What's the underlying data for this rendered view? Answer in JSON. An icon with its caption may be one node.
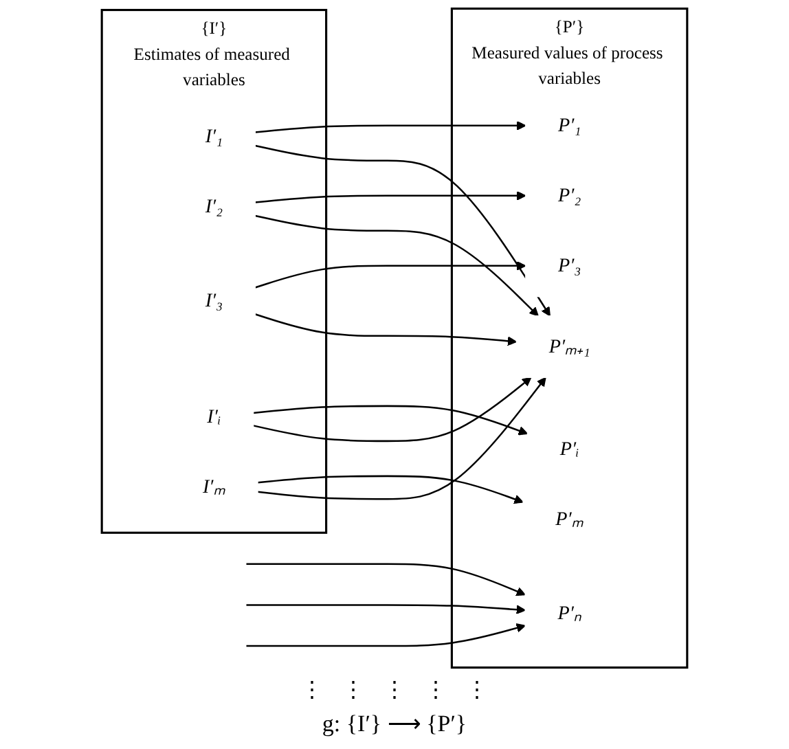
{
  "diagram": {
    "caption": "g: {I′} ⟶ {P′}",
    "nodes": [
      {
        "text": [
          "{I′}",
          "Estimates of measured variables"
        ]
      },
      {
        "text": [
          "I′₁"
        ],
        "in": 0
      },
      {
        "text": [
          "I′₂"
        ],
        "in": 0
      },
      {
        "text": [
          "I′₃"
        ],
        "in": 0
      },
      {
        "text": [
          "I′ᵢ"
        ],
        "in": 0
      },
      {
        "text": [
          "I′ₘ"
        ],
        "in": 0
      },
      {
        "text": [
          "{P′}",
          "Measured values of process variables"
        ]
      },
      {
        "text": [
          "P′₁"
        ],
        "in": 6
      },
      {
        "text": [
          "P′₂"
        ],
        "in": 6
      },
      {
        "text": [
          "P′₃"
        ],
        "in": 6
      },
      {
        "text": [
          "P′ᵢ"
        ],
        "in": 6
      },
      {
        "text": [
          "P′ₘ"
        ],
        "in": 6
      },
      {
        "text": [
          "P′ₘ₊₁"
        ],
        "in": 6
      },
      {
        "text": [
          "P′ₙ"
        ],
        "in": 6
      }
    ],
    "edges": [
      {
        "from": 1,
        "to": 7,
        "arrow": "to"
      },
      {
        "from": 2,
        "to": 8,
        "arrow": "to"
      },
      {
        "from": 3,
        "to": 9,
        "arrow": "to"
      },
      {
        "from": 4,
        "to": 10,
        "arrow": "to"
      },
      {
        "from": 5,
        "to": 11,
        "arrow": "to"
      },
      {
        "from": 1,
        "to": 12,
        "arrow": "to"
      },
      {
        "from": 2,
        "to": 12,
        "arrow": "to"
      },
      {
        "from": 3,
        "to": 12,
        "arrow": "to"
      },
      {
        "from": 4,
        "to": 12,
        "arrow": "to"
      },
      {
        "from": 5,
        "to": 12,
        "arrow": "to"
      },
      {
        "from": null,
        "to": 13,
        "arrow": "to"
      },
      {
        "from": null,
        "to": 13,
        "arrow": "to"
      },
      {
        "from": null,
        "to": 13,
        "arrow": "to"
      }
    ],
    "labels": [
      "⋮",
      "⋮",
      "⋮",
      "⋮",
      "⋮"
    ]
  }
}
